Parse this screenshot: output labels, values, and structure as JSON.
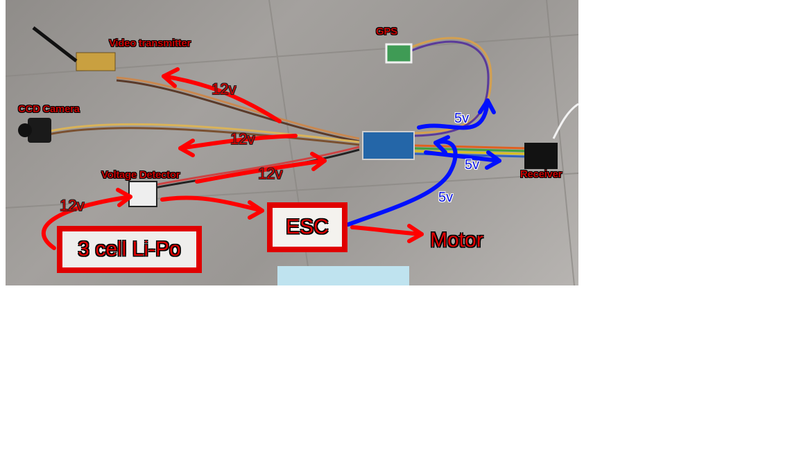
{
  "labels": {
    "video_transmitter": "Video transmitter",
    "gps": "GPS",
    "ccd_camera": "CCD Camera",
    "voltage_detector": "Voltage Detector",
    "receiver": "Receiver",
    "esc": "ESC",
    "lipo": "3 cell Li-Po",
    "motor": "Motor"
  },
  "voltages": {
    "vtx": "12v",
    "camera": "12v",
    "controller": "12v",
    "lipo": "12v",
    "gps": "5v",
    "receiver": "5v",
    "esc": "5v"
  },
  "colors": {
    "power_arrow": "#ff0000",
    "signal_arrow": "#0010ff",
    "box_border": "#e00000"
  }
}
